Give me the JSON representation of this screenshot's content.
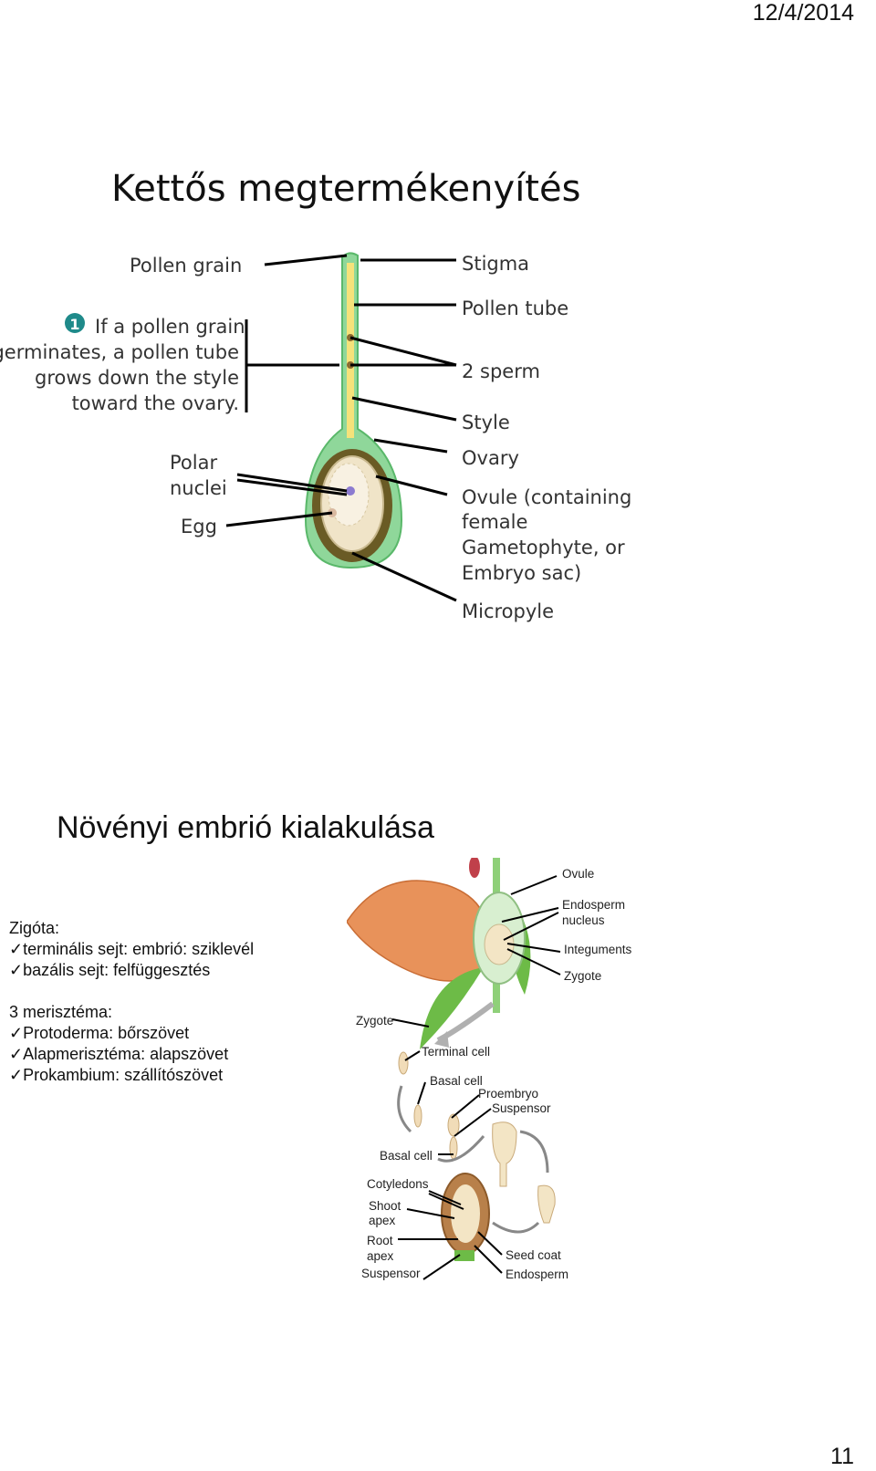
{
  "header": {
    "date": "12/4/2014"
  },
  "slide1": {
    "title": "Kettős megtermékenyítés",
    "diagram": {
      "labels": {
        "pollen_grain": "Pollen grain",
        "stigma": "Stigma",
        "pollen_tube": "Pollen tube",
        "sperm": "2 sperm",
        "style": "Style",
        "ovary": "Ovary",
        "polar_nuclei_1": "Polar",
        "polar_nuclei_2": "nuclei",
        "egg": "Egg",
        "ovule_1": "Ovule (containing",
        "ovule_2": "female",
        "ovule_3": "Gametophyte, or",
        "ovule_4": "Embryo sac)",
        "micropyle": "Micropyle"
      },
      "step": {
        "number": "1",
        "lines": [
          "If a pollen grain",
          "germinates, a pollen tube",
          "grows down the style",
          "toward the ovary."
        ]
      },
      "colors": {
        "style_green": "#7fcf8a",
        "pollen_tube": "#f5e27a",
        "ovary_dark": "#7a6a2a",
        "ovule": "#efe2c4",
        "step_badge": "#1f8a8a"
      }
    }
  },
  "slide2": {
    "title": "Növényi embrió kialakulása",
    "notes": {
      "zygote_heading": "Zigóta:",
      "zygote_items": [
        "terminális sejt: embrió: sziklevél",
        "bazális sejt: felfüggesztés"
      ],
      "meristem_heading": "3 merisztéma:",
      "meristem_items": [
        "Protoderma: bőrszövet",
        "Alapmerisztéma: alapszövet",
        "Prokambium: szállítószövet"
      ],
      "check": "✓"
    },
    "diagram": {
      "labels": {
        "ovule": "Ovule",
        "endosperm_nucleus_1": "Endosperm",
        "endosperm_nucleus_2": "nucleus",
        "integuments": "Integuments",
        "zygote_top": "Zygote",
        "zygote_left": "Zygote",
        "terminal_cell": "Terminal cell",
        "basal_cell_1": "Basal cell",
        "proembryo": "Proembryo",
        "suspensor_1": "Suspensor",
        "basal_cell_2": "Basal cell",
        "cotyledons": "Cotyledons",
        "shoot_apex_1": "Shoot",
        "shoot_apex_2": "apex",
        "root_apex_1": "Root",
        "root_apex_2": "apex",
        "suspensor_2": "Suspensor",
        "seed_coat": "Seed coat",
        "endosperm": "Endosperm"
      },
      "colors": {
        "petal": "#e8925a",
        "leaf": "#6dbb47",
        "ovule": "#f3e5c5",
        "seed_coat": "#b8804a",
        "arrow": "#9a9a9a"
      }
    }
  },
  "footer": {
    "page_number": "11"
  }
}
